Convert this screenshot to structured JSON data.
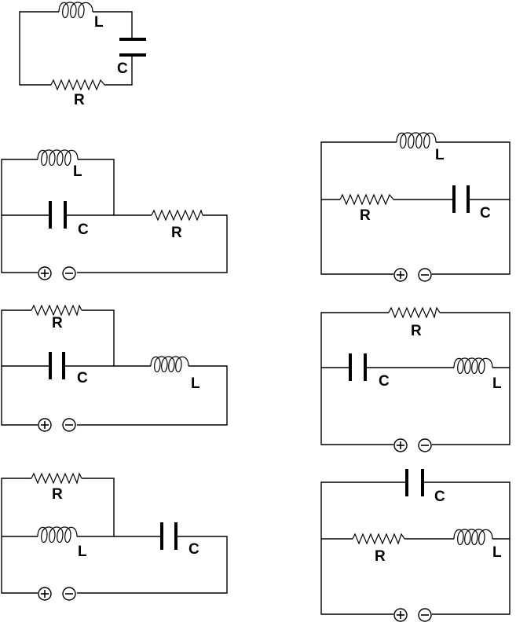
{
  "labels": {
    "inductor": "L",
    "capacitor": "C",
    "resistor": "R"
  },
  "terminals": {
    "positive": "+",
    "negative": "−"
  },
  "circuits": [
    {
      "name": "series-rlc-loop",
      "has_source": false
    },
    {
      "name": "circuit-l-parallel-c-series-r",
      "has_source": true
    },
    {
      "name": "circuit-l-parallel-rc-series",
      "has_source": true
    },
    {
      "name": "circuit-r-parallel-c-series-l",
      "has_source": true
    },
    {
      "name": "circuit-r-parallel-lc-series",
      "has_source": true
    },
    {
      "name": "circuit-rl-series-parallel-c-series",
      "has_source": true
    },
    {
      "name": "circuit-c-parallel-rl-series",
      "has_source": true
    }
  ]
}
